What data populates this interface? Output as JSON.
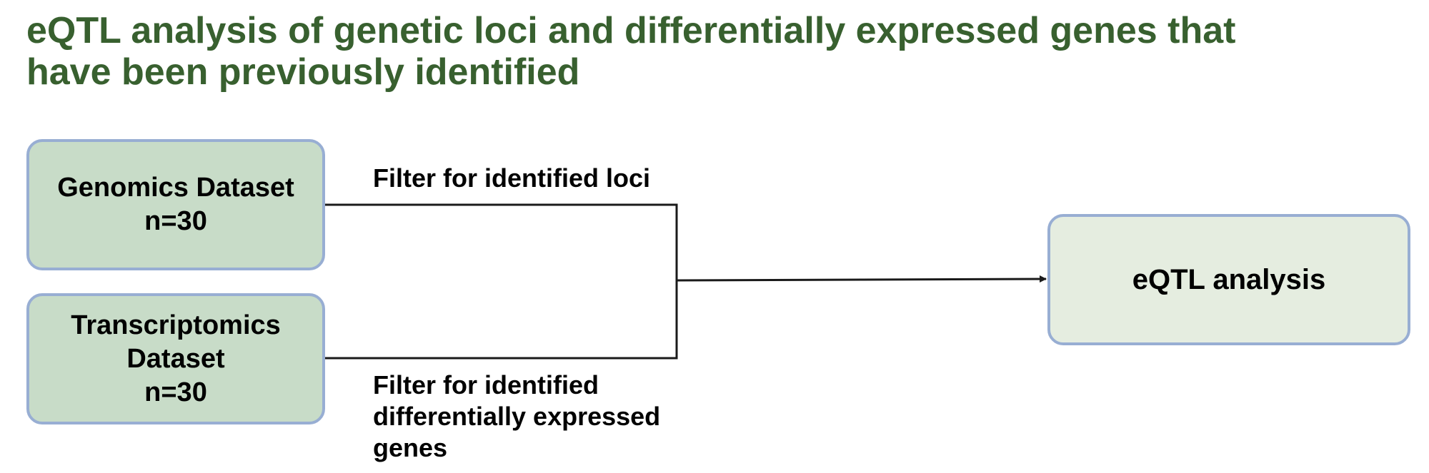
{
  "title": "eQTL analysis of genetic loci and differentially expressed genes that have been previously identified",
  "nodes": {
    "genomics": "Genomics Dataset\nn=30",
    "transcriptomics": "Transcriptomics\nDataset\nn=30",
    "eqtl": "eQTL analysis"
  },
  "edge_labels": {
    "filter_loci": "Filter for identified loci",
    "filter_degs": "Filter for identified\ndifferentially expressed\ngenes"
  },
  "colors": {
    "title": "#38602f",
    "box_border": "#98aed3",
    "dataset_box_fill": "#c8dcc8",
    "analysis_box_fill": "#e5ede0",
    "connector": "#1a1a1a"
  }
}
